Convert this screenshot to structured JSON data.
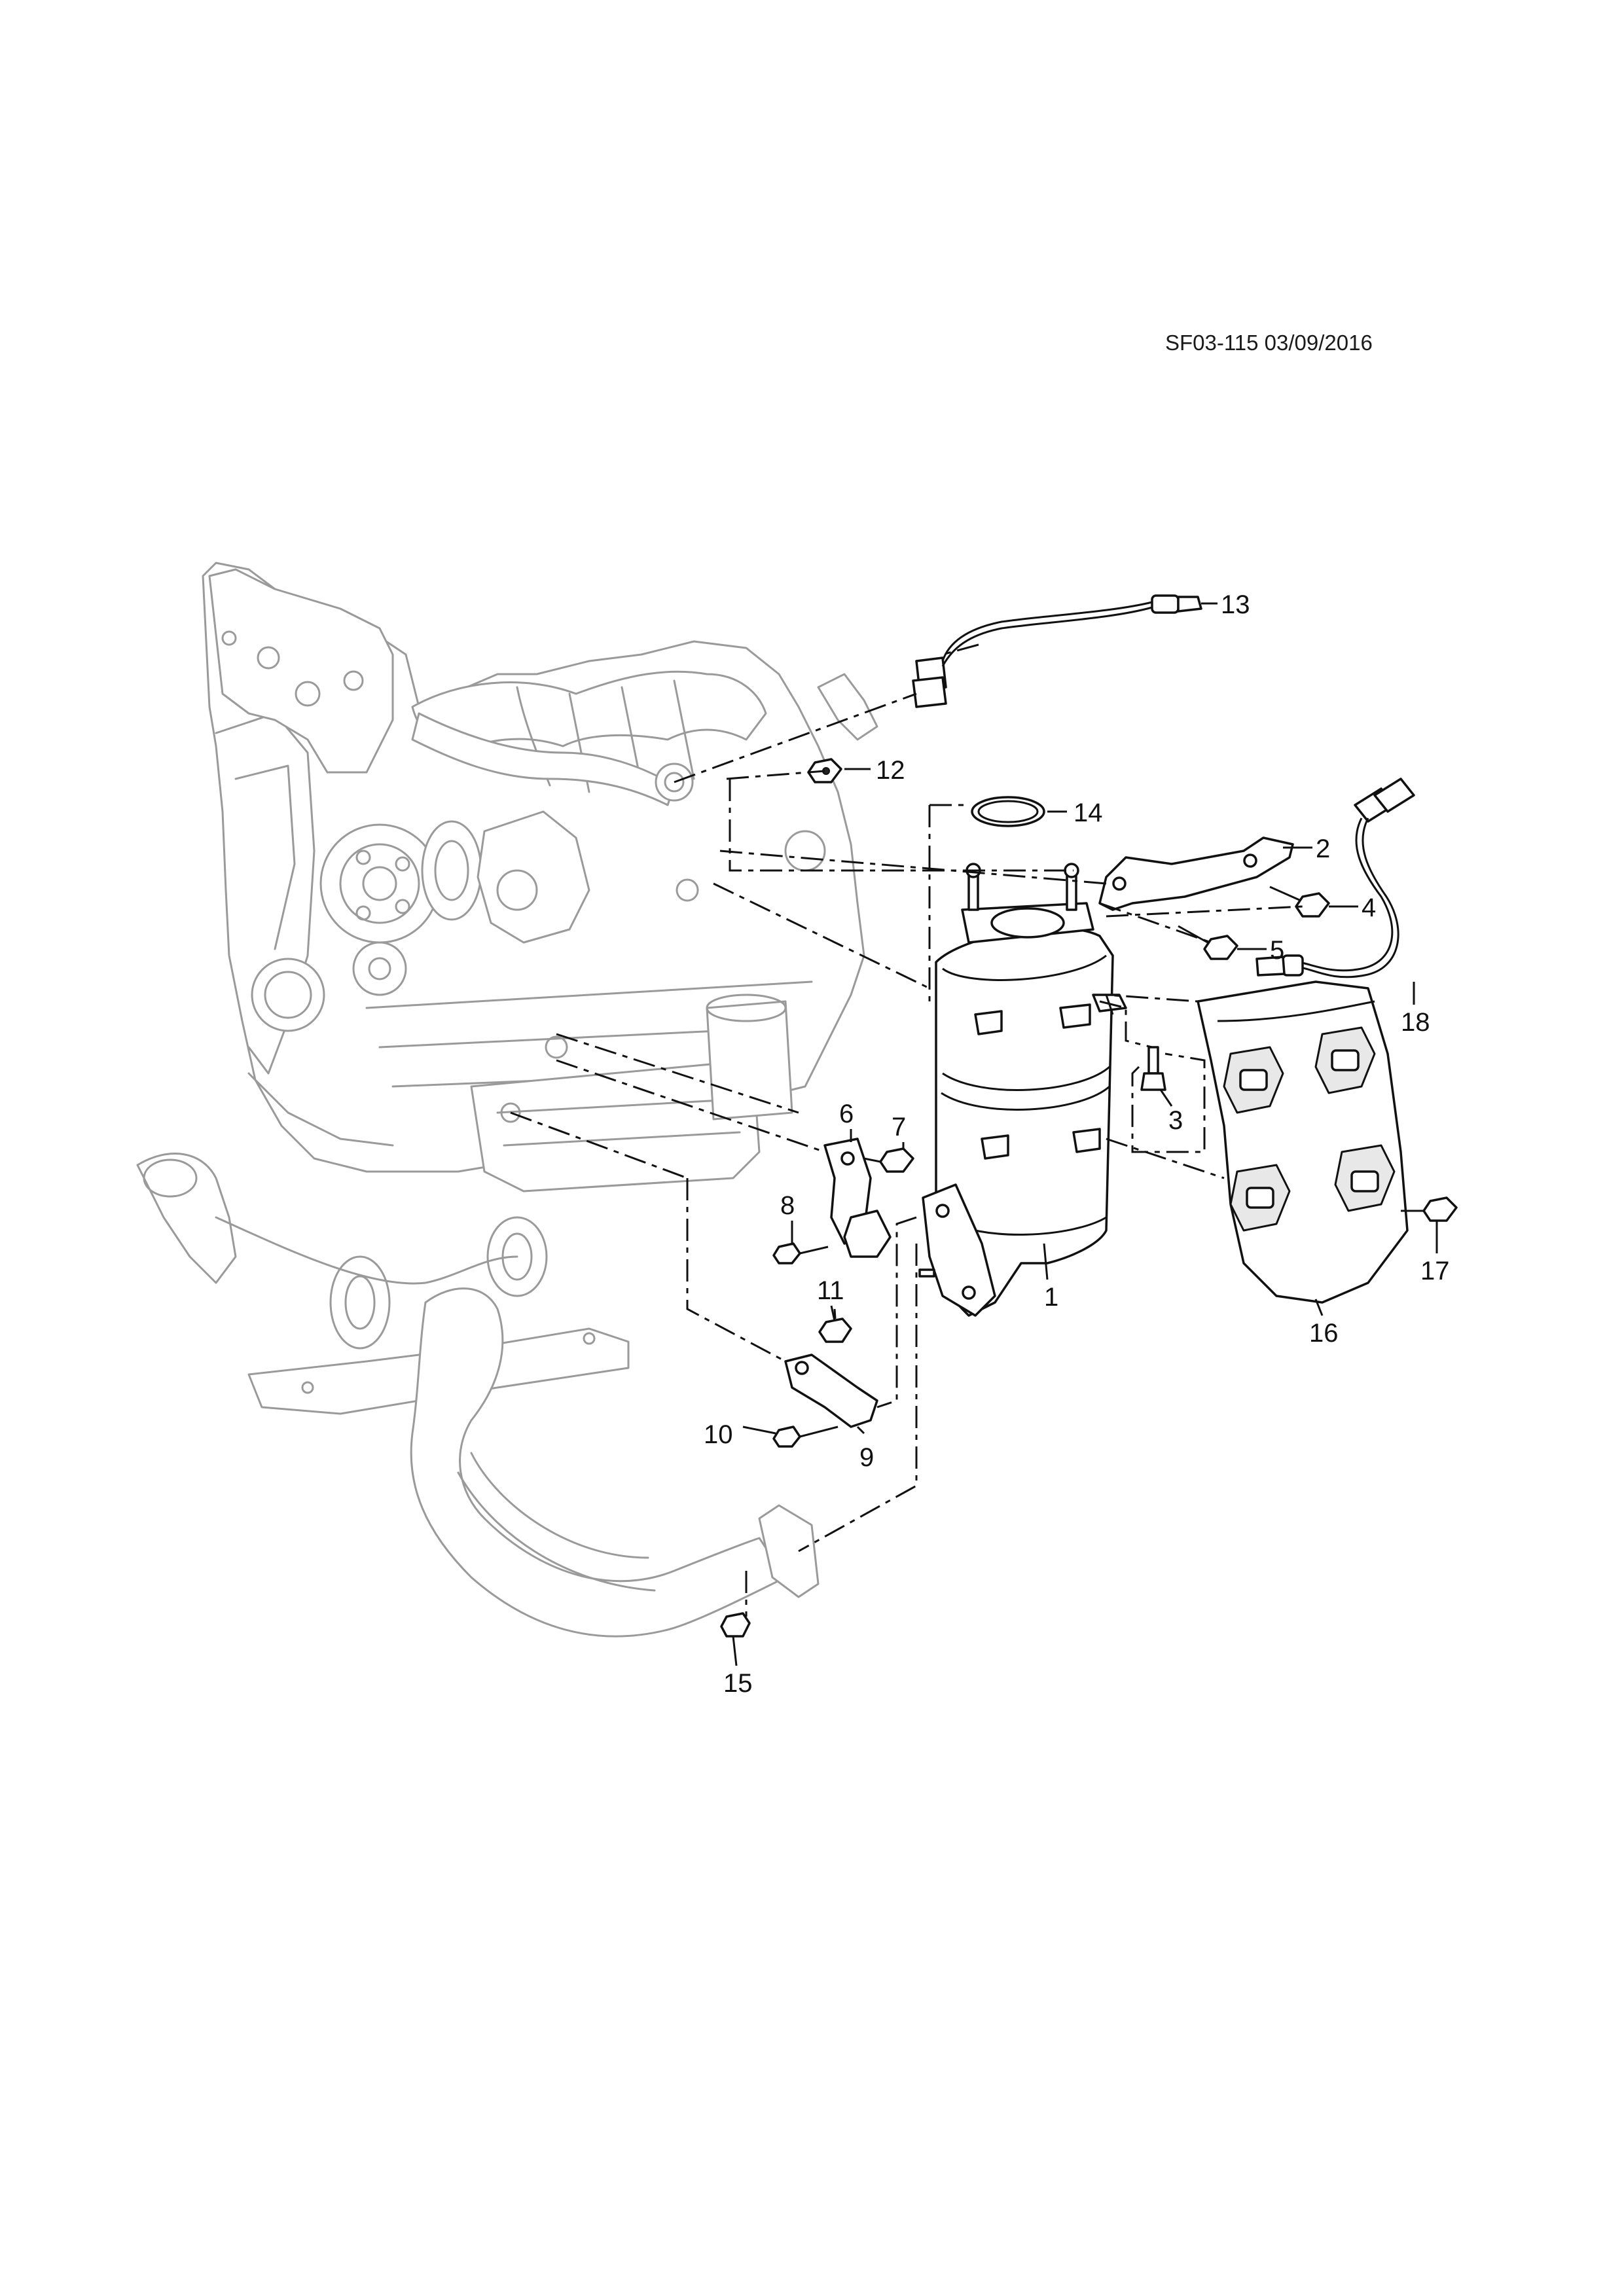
{
  "header": {
    "reference_code": "SF03-115 03/09/2016"
  },
  "callouts": [
    {
      "id": "1",
      "text": "1"
    },
    {
      "id": "2",
      "text": "2"
    },
    {
      "id": "3",
      "text": "3"
    },
    {
      "id": "4",
      "text": "4"
    },
    {
      "id": "5",
      "text": "5"
    },
    {
      "id": "6",
      "text": "6"
    },
    {
      "id": "7",
      "text": "7"
    },
    {
      "id": "8",
      "text": "8"
    },
    {
      "id": "9",
      "text": "9"
    },
    {
      "id": "10",
      "text": "10"
    },
    {
      "id": "11",
      "text": "11"
    },
    {
      "id": "12",
      "text": "12"
    },
    {
      "id": "13",
      "text": "13"
    },
    {
      "id": "14",
      "text": "14"
    },
    {
      "id": "15",
      "text": "15"
    },
    {
      "id": "16",
      "text": "16"
    },
    {
      "id": "17",
      "text": "17"
    },
    {
      "id": "18",
      "text": "18"
    }
  ]
}
